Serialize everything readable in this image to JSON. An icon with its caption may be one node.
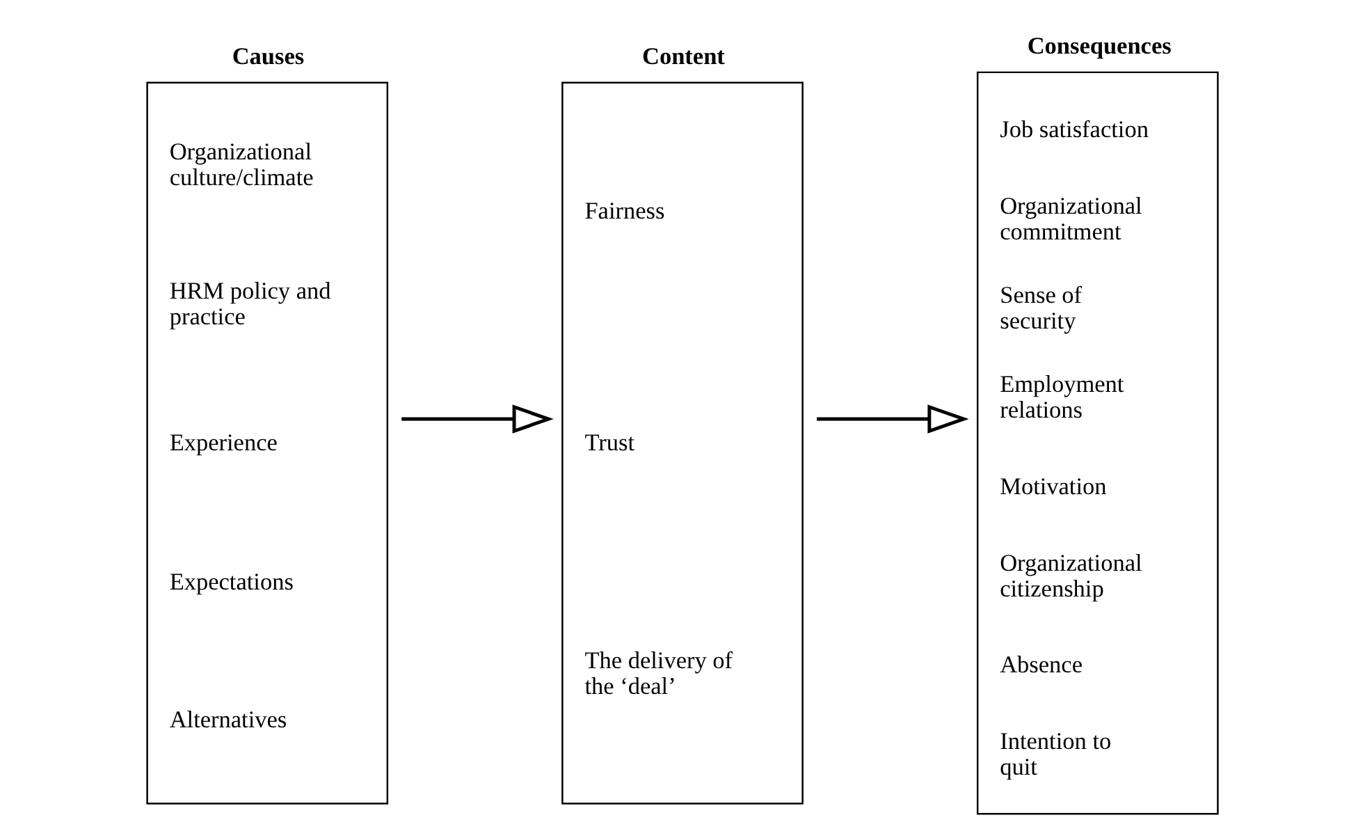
{
  "diagram": {
    "nodes": [
      {
        "text": [
          "Causes",
          "Organizational culture/climate",
          "HRM policy and practice",
          "Experience",
          "Expectations",
          "Alternatives"
        ]
      },
      {
        "text": [
          "Content",
          "Fairness",
          "Trust",
          "The delivery of the ‘deal’"
        ]
      },
      {
        "text": [
          "Consequences",
          "Job satisfaction",
          "Organizational commitment",
          "Sense of security",
          "Employment relations",
          "Motivation",
          "Organizational citizenship",
          "Absence",
          "Intention to quit"
        ]
      }
    ],
    "edges": [
      {
        "from": 0,
        "to": 1,
        "arrow": "to"
      },
      {
        "from": 1,
        "to": 2,
        "arrow": "to"
      }
    ]
  }
}
